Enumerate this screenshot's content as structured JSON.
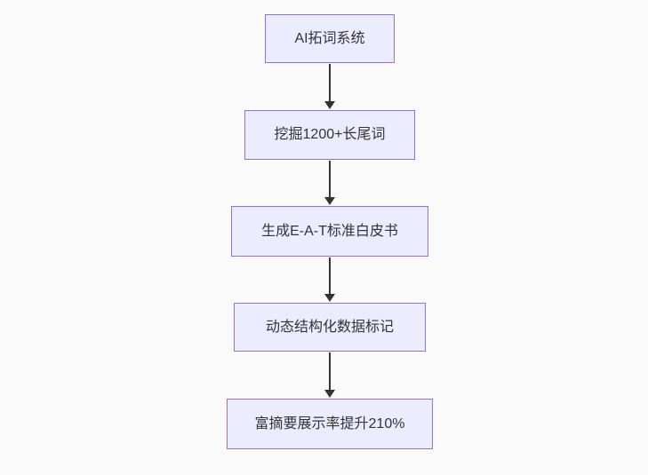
{
  "diagram": {
    "type": "flowchart",
    "direction": "top-down",
    "nodes": [
      {
        "id": "step-1",
        "label": "AI拓词系统"
      },
      {
        "id": "step-2",
        "label": "挖掘1200+长尾词"
      },
      {
        "id": "step-3",
        "label": "生成E-A-T标准白皮书"
      },
      {
        "id": "step-4",
        "label": "动态结构化数据标记"
      },
      {
        "id": "step-5",
        "label": "富摘要展示率提升210%"
      }
    ],
    "edges": [
      {
        "from": "step-1",
        "to": "step-2",
        "style": "arrow"
      },
      {
        "from": "step-2",
        "to": "step-3",
        "style": "arrow"
      },
      {
        "from": "step-3",
        "to": "step-4",
        "style": "arrow"
      },
      {
        "from": "step-4",
        "to": "step-5",
        "style": "arrow"
      }
    ],
    "colors": {
      "node_fill": "#ECECFF",
      "node_border": "#9370DB",
      "arrow": "#333333",
      "text": "#333333",
      "background": "#fafafa"
    }
  }
}
